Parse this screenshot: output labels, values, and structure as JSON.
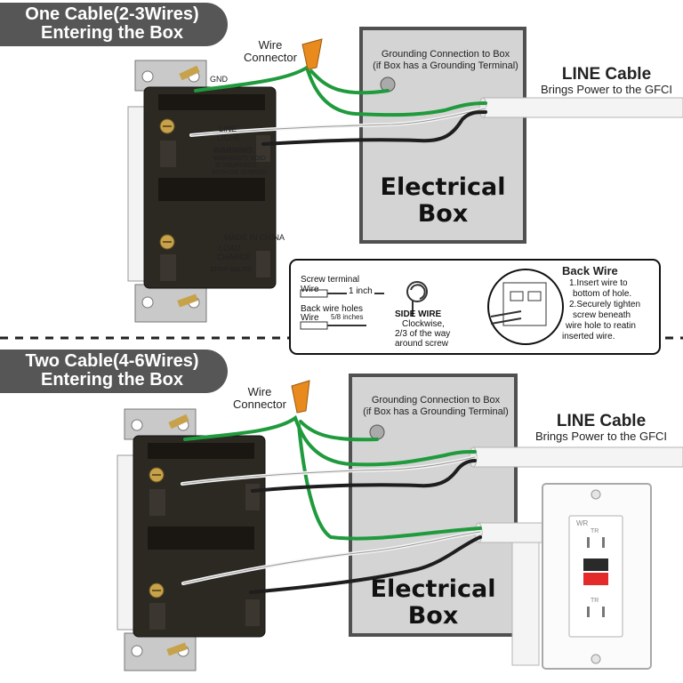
{
  "top": {
    "banner_line1": "One Cable(2-3Wires)",
    "banner_line2": "Entering the Box",
    "wire_connector_line1": "Wire",
    "wire_connector_line2": "Connector",
    "grounding_line1": "Grounding Connection to Box",
    "grounding_line2": "(if Box has a Grounding Terminal)",
    "line_cable_title": "LINE Cable",
    "line_cable_sub": "Brings Power to the GFCI",
    "box_line1": "Electrical",
    "box_line2": "Box"
  },
  "bottom": {
    "banner_line1": "Two Cable(4-6Wires)",
    "banner_line2": "Entering the Box",
    "wire_connector_line1": "Wire",
    "wire_connector_line2": "Connector",
    "grounding_line1": "Grounding Connection to Box",
    "grounding_line2": "(if Box has a Grounding Terminal)",
    "line_cable_title": "LINE Cable",
    "line_cable_sub": "Brings Power to the GFCI",
    "box_line1": "Electrical",
    "box_line2": "Box"
  },
  "instructions": {
    "screw_terminal_label": "Screw terminal",
    "wire_label": "Wire",
    "one_inch": "1 inch",
    "back_wire_holes_label": "Back wire holes",
    "wire_label_2": "Wire",
    "five_eighths": "5/8 inches",
    "side_wire_title": "SIDE WIRE",
    "side_wire_text1": "Clockwise,",
    "side_wire_text2": "2/3 of the way",
    "side_wire_text3": "around screw",
    "back_wire_title": "Back Wire",
    "back_wire_step1a": "1.Insert wire to",
    "back_wire_step1b": "bottom of hole.",
    "back_wire_step2a": "2.Securely tighten",
    "back_wire_step2b": "screw beneath",
    "back_wire_step2c": "wire hole to reatin",
    "back_wire_step2d": "inserted wire."
  },
  "receptacle": {
    "gnd": "GND",
    "line": "LINE",
    "ligne": "LIGNE",
    "warning": "WARNING:",
    "warranty1": "WARRANTY VOID",
    "warranty2": "IF TAMPERED",
    "warranty3": "WITH OR OPENED",
    "white": "WHITE",
    "blanc": "BLANC",
    "hot": "HOT",
    "noir": "NOIR",
    "made_in_china": "MADE IN CHINA",
    "load": "LOAD",
    "charge": "CHARGE",
    "strip_gauge": "STRIP GAUGE"
  },
  "gfci_outlet": {
    "wr": "WR",
    "tr_top": "TR",
    "tr_bottom": "TR"
  },
  "colors": {
    "banner": "#565656",
    "box_fill": "#d4d4d4",
    "box_border": "#505050",
    "ground_wire": "#1f9a3c",
    "hot_wire": "#1e1e1e",
    "neutral_wire": "#f4f4f4",
    "wire_nut": "#e88a1e",
    "receptacle_body": "#2c2822",
    "test_button": "#e32b2b",
    "reset_button": "#2a2a2a"
  }
}
